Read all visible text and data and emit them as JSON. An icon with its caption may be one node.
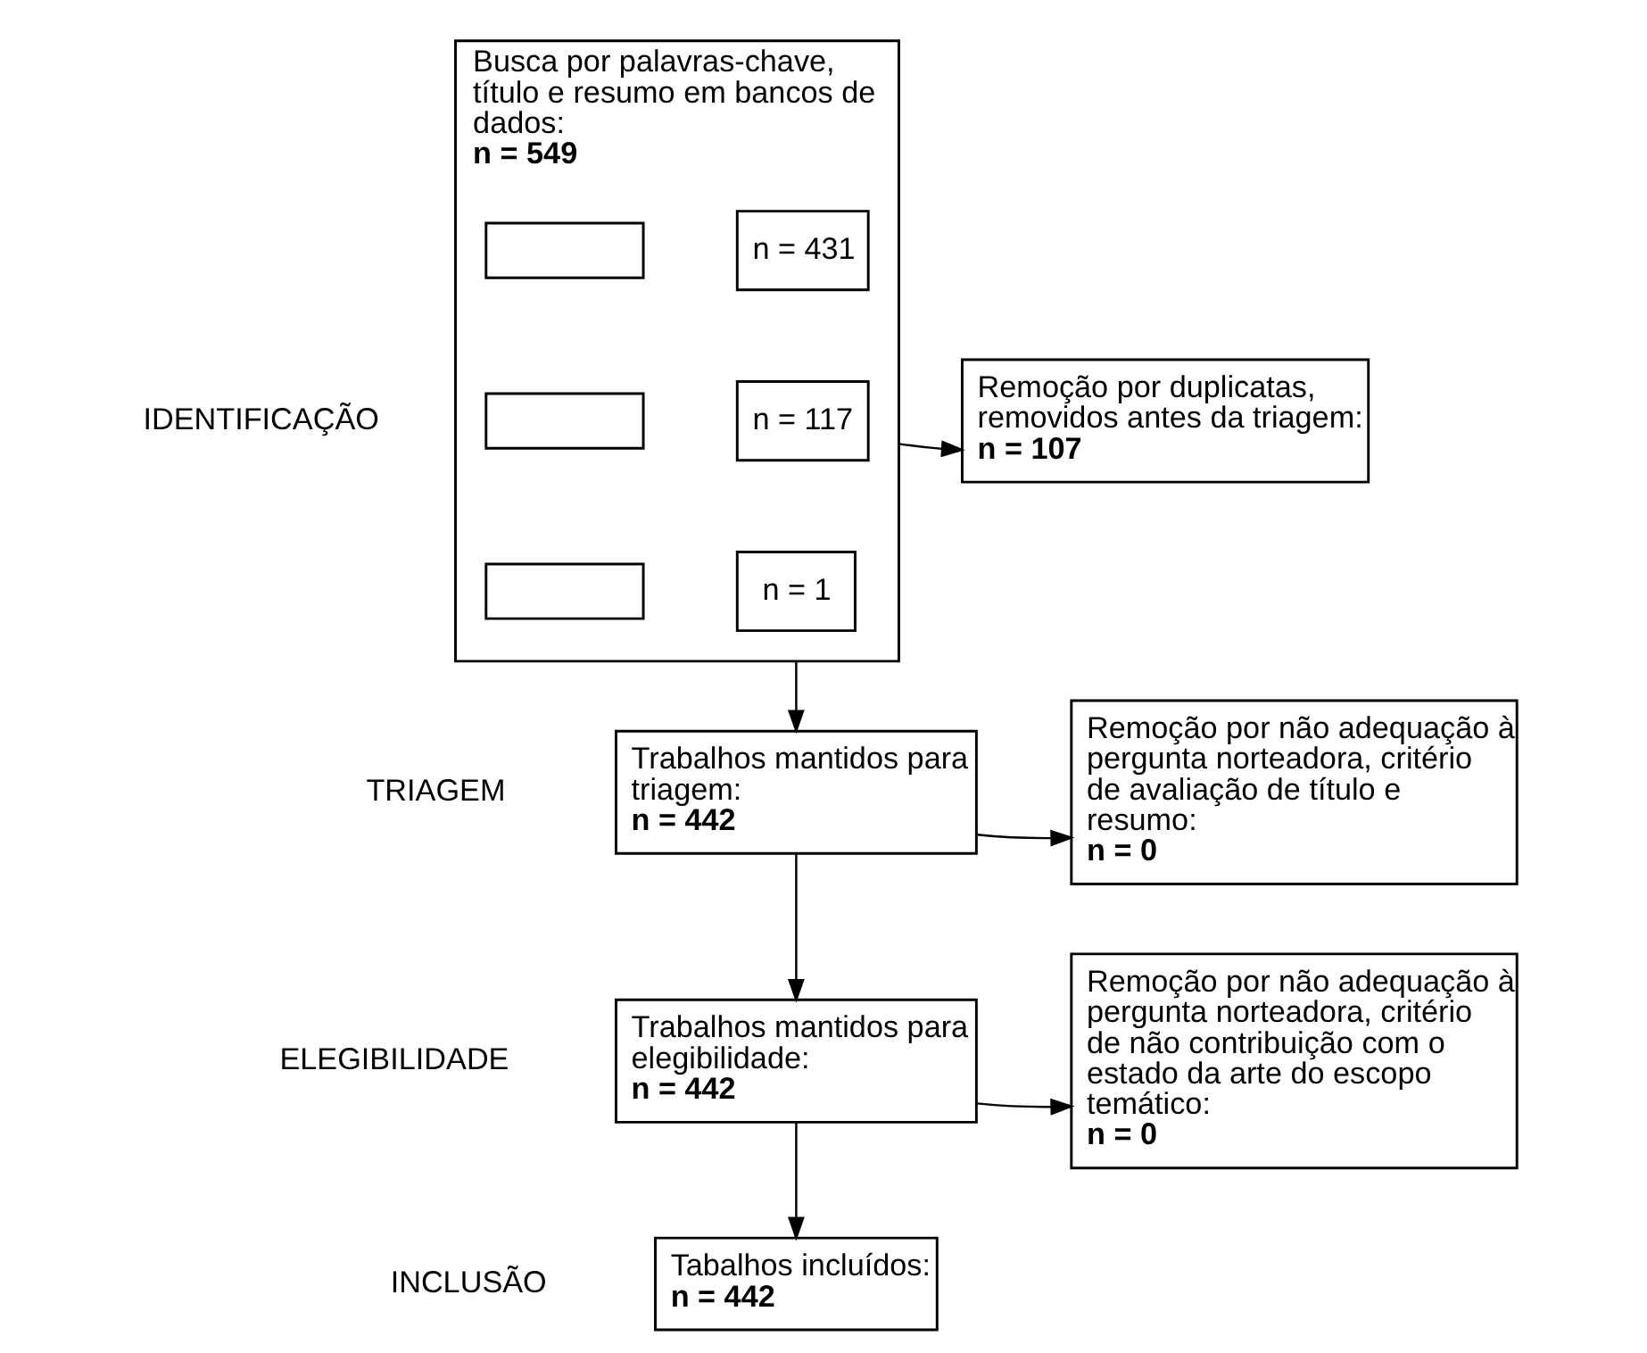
{
  "diagram": {
    "nodes": [
      {
        "text": [
          "Busca por palavras-chave, título e resumo em bancos de dados:",
          "n = 549"
        ]
      },
      {
        "text": [],
        "shape": "box",
        "in": 0
      },
      {
        "text": [
          "n = 431"
        ],
        "in": 0
      },
      {
        "text": [],
        "shape": "box",
        "in": 0
      },
      {
        "text": [
          "n = 117"
        ],
        "in": 0
      },
      {
        "text": [],
        "shape": "box",
        "in": 0
      },
      {
        "text": [
          "n = 1"
        ],
        "in": 0
      },
      {
        "text": [
          "Remoção por duplicatas, removidos antes da triagem:",
          "n = 107"
        ]
      },
      {
        "text": [
          "Trabalhos mantidos para triagem:",
          "n = 442"
        ]
      },
      {
        "text": [
          "Remoção por não adequação à pergunta norteadora, critério de avaliação de título e resumo:",
          "n = 0"
        ]
      },
      {
        "text": [
          "Trabalhos mantidos para elegibilidade:",
          "n = 442"
        ]
      },
      {
        "text": [
          "Remoção por não adequação à pergunta norteadora, critério de não contribuição com o estado da arte do escopo temático:",
          "n = 0"
        ]
      },
      {
        "text": [
          "Tabalhos incluídos:",
          "n = 442"
        ]
      }
    ],
    "edges": [
      {
        "from": 0,
        "to": 7,
        "arrow": "to"
      },
      {
        "from": 0,
        "to": 8,
        "arrow": "to"
      },
      {
        "from": 8,
        "to": 9,
        "arrow": "to"
      },
      {
        "from": 8,
        "to": 10,
        "arrow": "to"
      },
      {
        "from": 10,
        "to": 11,
        "arrow": "to"
      },
      {
        "from": 10,
        "to": 12,
        "arrow": "to"
      }
    ],
    "labels": [
      "IDENTIFICAÇÃO",
      "TRIAGEM",
      "ELEGIBILIDADE",
      "INCLUSÃO"
    ]
  }
}
